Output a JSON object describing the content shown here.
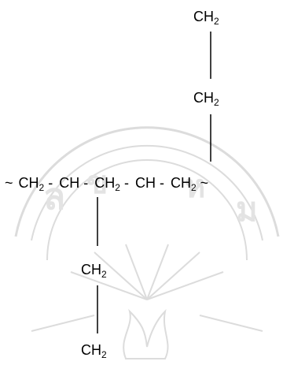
{
  "formula": {
    "chain_start": "~",
    "chain_end": "~",
    "group_ch2": "CH",
    "group_ch": "CH",
    "subscript_2": "2",
    "dash": "-"
  },
  "colors": {
    "ink": "#000000",
    "watermark": "#d9d9d9"
  },
  "icons": {
    "watermark": "university-seal-icon"
  }
}
